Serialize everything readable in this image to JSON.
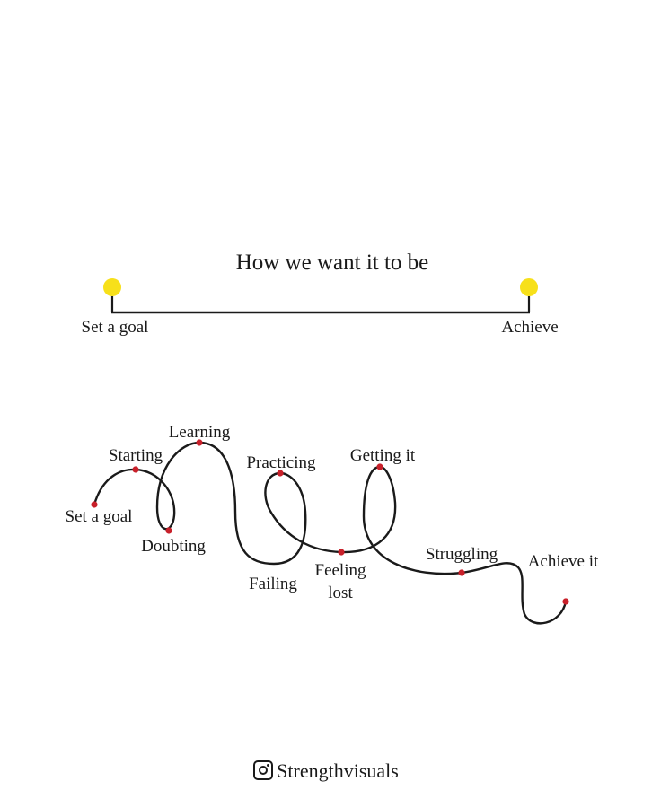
{
  "ideal": {
    "title": "How we want it to be",
    "start_label": "Set a goal",
    "end_label": "Achieve",
    "dot_color": "#f7e01a"
  },
  "reality": {
    "path_color": "#1a1a1a",
    "point_color": "#c8202a",
    "stages": {
      "set_goal": "Set a goal",
      "starting": "Starting",
      "doubting": "Doubting",
      "learning": "Learning",
      "failing": "Failing",
      "practicing": "Practicing",
      "feeling_1": "Feeling",
      "feeling_2": "lost",
      "getting": "Getting it",
      "struggling": "Struggling",
      "achieve": "Achieve it"
    }
  },
  "footer": {
    "icon": "instagram-icon",
    "handle": "Strengthvisuals"
  }
}
